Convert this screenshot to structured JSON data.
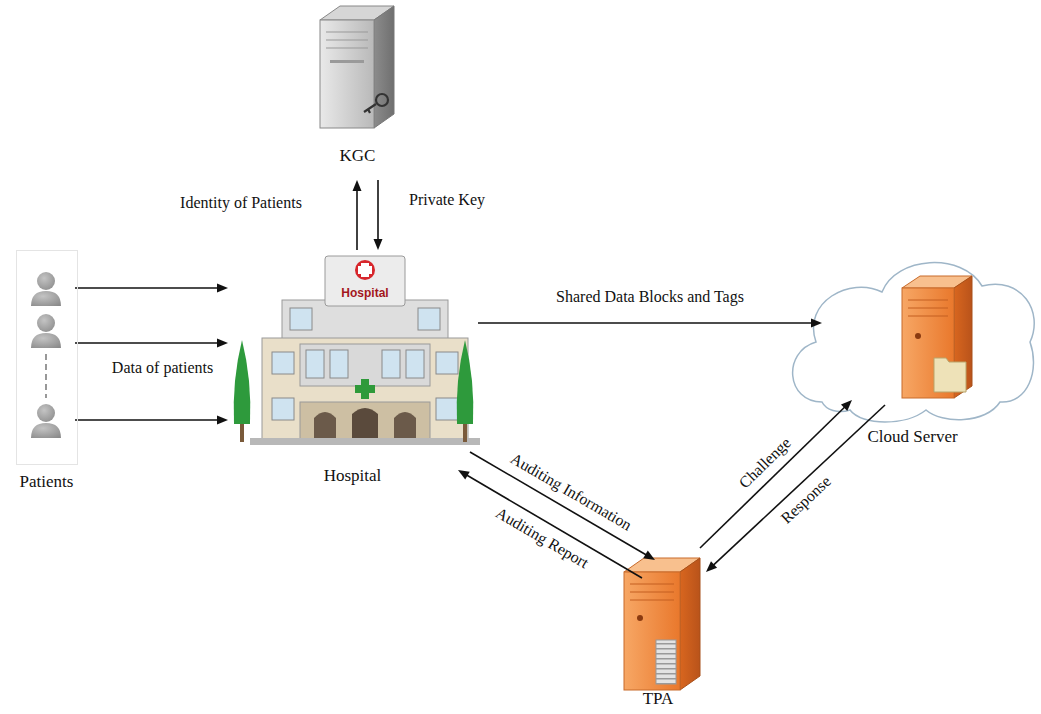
{
  "diagram": {
    "nodes": [
      {
        "text": [
          "KGC"
        ]
      },
      {
        "text": [
          "Patients"
        ]
      },
      {
        "text": [
          "Hospital"
        ]
      },
      {
        "text": [
          "Cloud Server"
        ]
      },
      {
        "text": [
          "TPA"
        ]
      }
    ],
    "edges": [
      {
        "from": 2,
        "to": 0,
        "label": "Identity of Patients",
        "arrow": "to"
      },
      {
        "from": 0,
        "to": 2,
        "label": "Private Key",
        "arrow": "to"
      },
      {
        "from": 1,
        "to": 2,
        "arrow": "to"
      },
      {
        "from": 1,
        "to": 2,
        "label": "Data of patients",
        "arrow": "to"
      },
      {
        "from": 1,
        "to": 2,
        "arrow": "to"
      },
      {
        "from": 2,
        "to": 3,
        "label": "Shared Data Blocks and Tags",
        "arrow": "to"
      },
      {
        "from": 2,
        "to": 4,
        "label": "Auditing Information",
        "arrow": "to"
      },
      {
        "from": 4,
        "to": 2,
        "label": "Auditing Report",
        "arrow": "to"
      },
      {
        "from": 4,
        "to": 3,
        "label": "Challenge",
        "arrow": "to"
      },
      {
        "from": 3,
        "to": 4,
        "label": "Response",
        "arrow": "to"
      }
    ],
    "labels": [
      "Hospital"
    ]
  }
}
